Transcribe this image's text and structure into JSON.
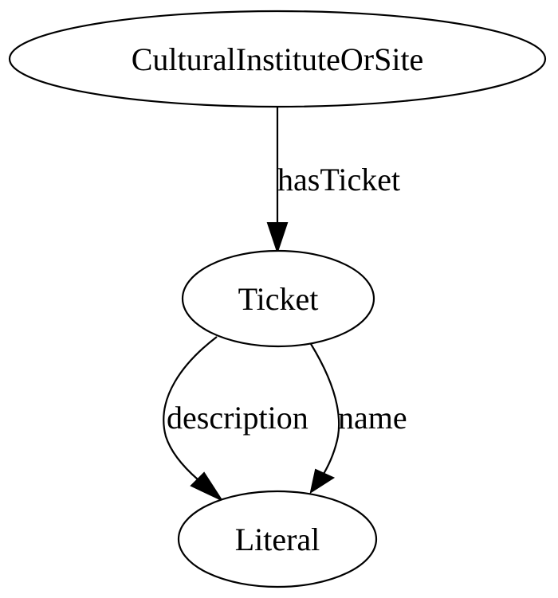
{
  "nodes": {
    "cultural": {
      "label": "CulturalInstituteOrSite"
    },
    "ticket": {
      "label": "Ticket"
    },
    "literal": {
      "label": "Literal"
    }
  },
  "edges": {
    "has_ticket": {
      "label": "hasTicket",
      "from": "CulturalInstituteOrSite",
      "to": "Ticket"
    },
    "description": {
      "label": "description",
      "from": "Ticket",
      "to": "Literal"
    },
    "name": {
      "label": "name",
      "from": "Ticket",
      "to": "Literal"
    }
  }
}
